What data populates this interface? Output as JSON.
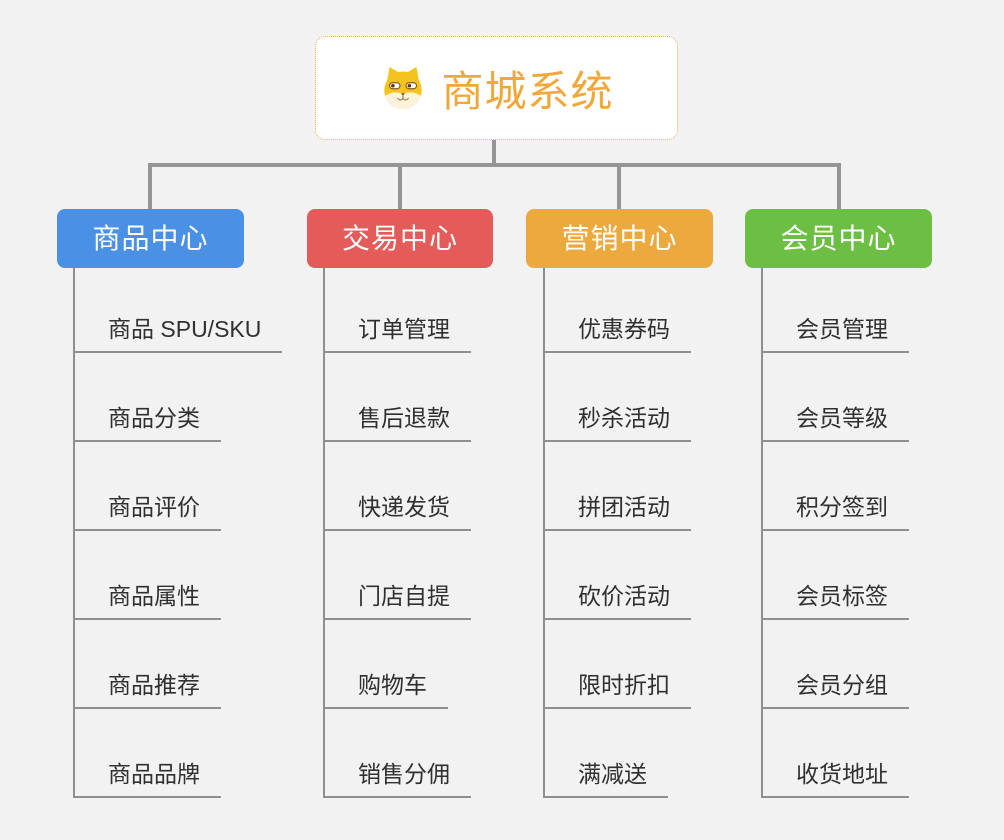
{
  "page": {
    "background_color": "#f2f2f3",
    "connector_color": "#959595"
  },
  "root": {
    "label": "商城系统",
    "icon": "shiba-dog-icon",
    "text_color": "#f0a83a",
    "border_color": "#ecae55"
  },
  "branches": [
    {
      "label": "商品中心",
      "color": "#4a90e4",
      "items": [
        "商品 SPU/SKU",
        "商品分类",
        "商品评价",
        "商品属性",
        "商品推荐",
        "商品品牌"
      ]
    },
    {
      "label": "交易中心",
      "color": "#e45b59",
      "items": [
        "订单管理",
        "售后退款",
        "快递发货",
        "门店自提",
        "购物车",
        "销售分佣"
      ]
    },
    {
      "label": "营销中心",
      "color": "#ecaa3e",
      "items": [
        "优惠券码",
        "秒杀活动",
        "拼团活动",
        "砍价活动",
        "限时折扣",
        "满减送"
      ]
    },
    {
      "label": "会员中心",
      "color": "#6dbf44",
      "items": [
        "会员管理",
        "会员等级",
        "积分签到",
        "会员标签",
        "会员分组",
        "收货地址"
      ]
    }
  ]
}
